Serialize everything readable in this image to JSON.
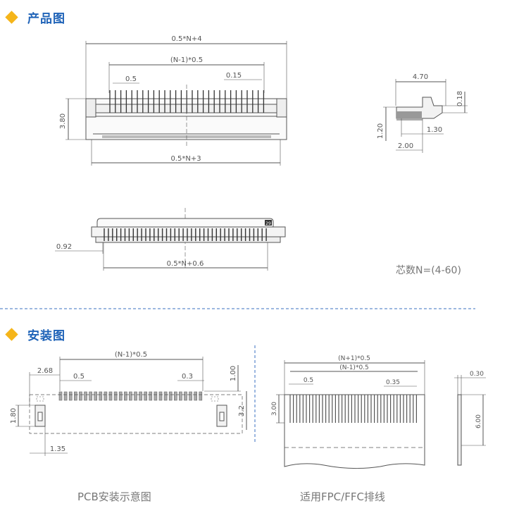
{
  "sections": {
    "product": {
      "title": "产品图"
    },
    "install": {
      "title": "安装图"
    }
  },
  "product_top": {
    "dim_total": "0.5*N+4",
    "dim_pins": "(N-1)*0.5",
    "dim_pitch": "0.5",
    "dim_width": "0.15",
    "dim_height": "3.80",
    "dim_bottom": "0.5*N+3"
  },
  "product_side": {
    "dim_470": "4.70",
    "dim_018": "0.18",
    "dim_120": "1.20",
    "dim_130": "1.30",
    "dim_200": "2.00"
  },
  "product_front": {
    "dim_092": "0.92",
    "dim_bottom": "0.5*N+0.6",
    "pin_marker": "29"
  },
  "pin_count_note": "芯数N=(4-60)",
  "pcb": {
    "dim_pins": "(N-1)*0.5",
    "dim_268": "2.68",
    "dim_05": "0.5",
    "dim_03": "0.3",
    "dim_100": "1.00",
    "dim_180": "1.80",
    "dim_32": "3.2",
    "dim_135": "1.35",
    "caption": "PCB安装示意图"
  },
  "fpc": {
    "dim_total": "(N+1)*0.5",
    "dim_pins": "(N-1)*0.5",
    "dim_05": "0.5",
    "dim_035": "0.35",
    "dim_300": "3.00",
    "dim_030": "0.30",
    "dim_600": "6.00",
    "caption": "适用FPC/FFC排线"
  },
  "colors": {
    "accent": "#f5b51a",
    "title": "#1f63b8",
    "line": "#555555",
    "divider": "#3a6fc0"
  }
}
